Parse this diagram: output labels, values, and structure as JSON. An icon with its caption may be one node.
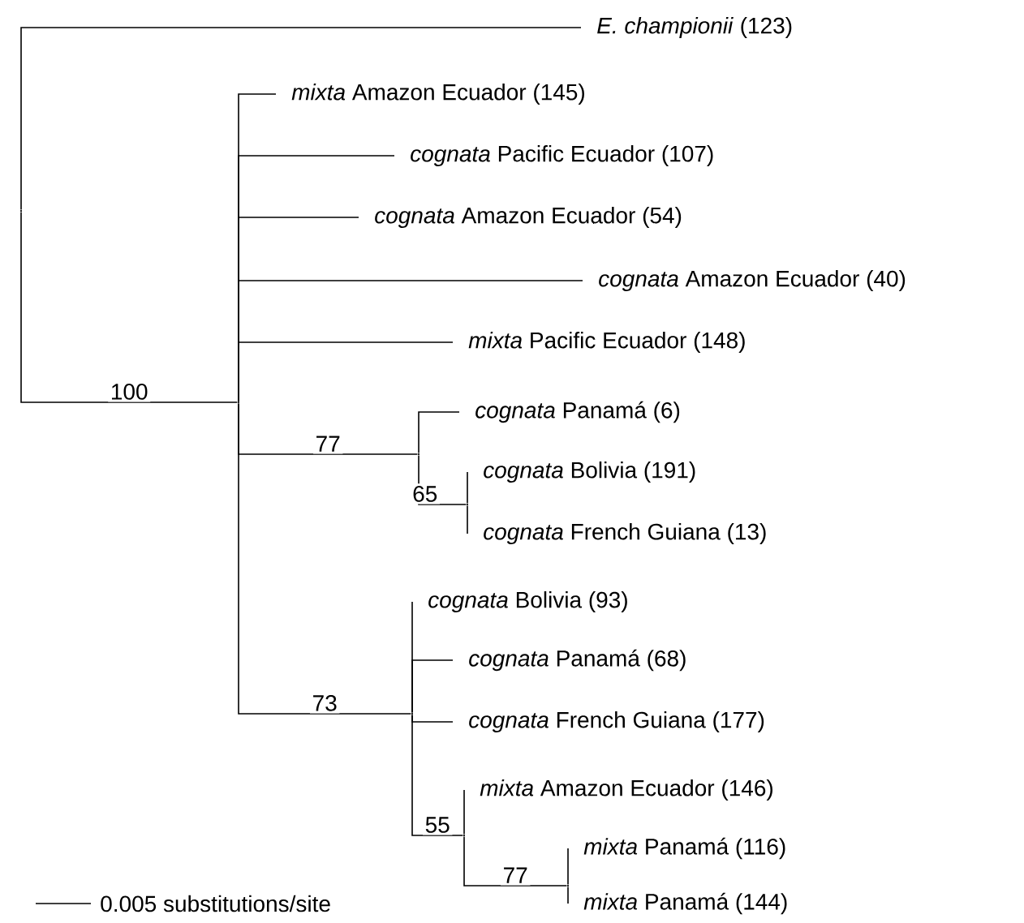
{
  "diagram": {
    "nodes": [
      {
        "text": [
          "*E. championii* (123)"
        ]
      },
      {
        "text": [
          "*mixta* Amazon Ecuador (145)"
        ]
      },
      {
        "text": [
          "*cognata* Pacific Ecuador (107)"
        ]
      },
      {
        "text": [
          "*cognata* Amazon Ecuador (54)"
        ]
      },
      {
        "text": [
          "*cognata* Amazon Ecuador (40)"
        ]
      },
      {
        "text": [
          "*mixta* Pacific Ecuador (148)"
        ]
      },
      {
        "text": [
          "*cognata* Panamá (6)"
        ]
      },
      {
        "text": [
          "*cognata* Bolivia (191)"
        ]
      },
      {
        "text": [
          "*cognata* French Guiana (13)"
        ]
      },
      {
        "text": [
          "*cognata* Bolivia (93)"
        ]
      },
      {
        "text": [
          "*cognata* Panamá (68)"
        ]
      },
      {
        "text": [
          "*cognata* French Guiana (177)"
        ]
      },
      {
        "text": [
          "*mixta* Amazon Ecuador (146)"
        ]
      },
      {
        "text": [
          "*mixta* Panamá (116)"
        ]
      },
      {
        "text": [
          "*mixta* Panamá (144)"
        ]
      },
      {
        "text": [],
        "shape": "point"
      },
      {
        "text": [],
        "shape": "point"
      },
      {
        "text": [],
        "shape": "point"
      },
      {
        "text": [],
        "shape": "point"
      },
      {
        "text": [],
        "shape": "point"
      },
      {
        "text": [],
        "shape": "point"
      },
      {
        "text": [],
        "shape": "point"
      }
    ],
    "edges": [
      {
        "from": 15,
        "to": 0,
        "arrow": "none"
      },
      {
        "from": 15,
        "to": 16,
        "arrow": "none",
        "label": "100"
      },
      {
        "from": 16,
        "to": 1,
        "arrow": "none"
      },
      {
        "from": 16,
        "to": 2,
        "arrow": "none"
      },
      {
        "from": 16,
        "to": 3,
        "arrow": "none"
      },
      {
        "from": 16,
        "to": 4,
        "arrow": "none"
      },
      {
        "from": 16,
        "to": 5,
        "arrow": "none"
      },
      {
        "from": 16,
        "to": 17,
        "arrow": "none",
        "label": "77"
      },
      {
        "from": 17,
        "to": 6,
        "arrow": "none"
      },
      {
        "from": 17,
        "to": 18,
        "arrow": "none",
        "label": "65"
      },
      {
        "from": 18,
        "to": 7,
        "arrow": "none"
      },
      {
        "from": 18,
        "to": 8,
        "arrow": "none"
      },
      {
        "from": 16,
        "to": 19,
        "arrow": "none",
        "label": "73"
      },
      {
        "from": 19,
        "to": 9,
        "arrow": "none"
      },
      {
        "from": 19,
        "to": 10,
        "arrow": "none"
      },
      {
        "from": 19,
        "to": 11,
        "arrow": "none"
      },
      {
        "from": 19,
        "to": 20,
        "arrow": "none",
        "label": "55"
      },
      {
        "from": 20,
        "to": 12,
        "arrow": "none"
      },
      {
        "from": 20,
        "to": 21,
        "arrow": "none",
        "label": "77"
      },
      {
        "from": 21,
        "to": 13,
        "arrow": "none"
      },
      {
        "from": 21,
        "to": 14,
        "arrow": "none"
      }
    ],
    "labels": [
      "0.005 substitutions/site"
    ]
  }
}
